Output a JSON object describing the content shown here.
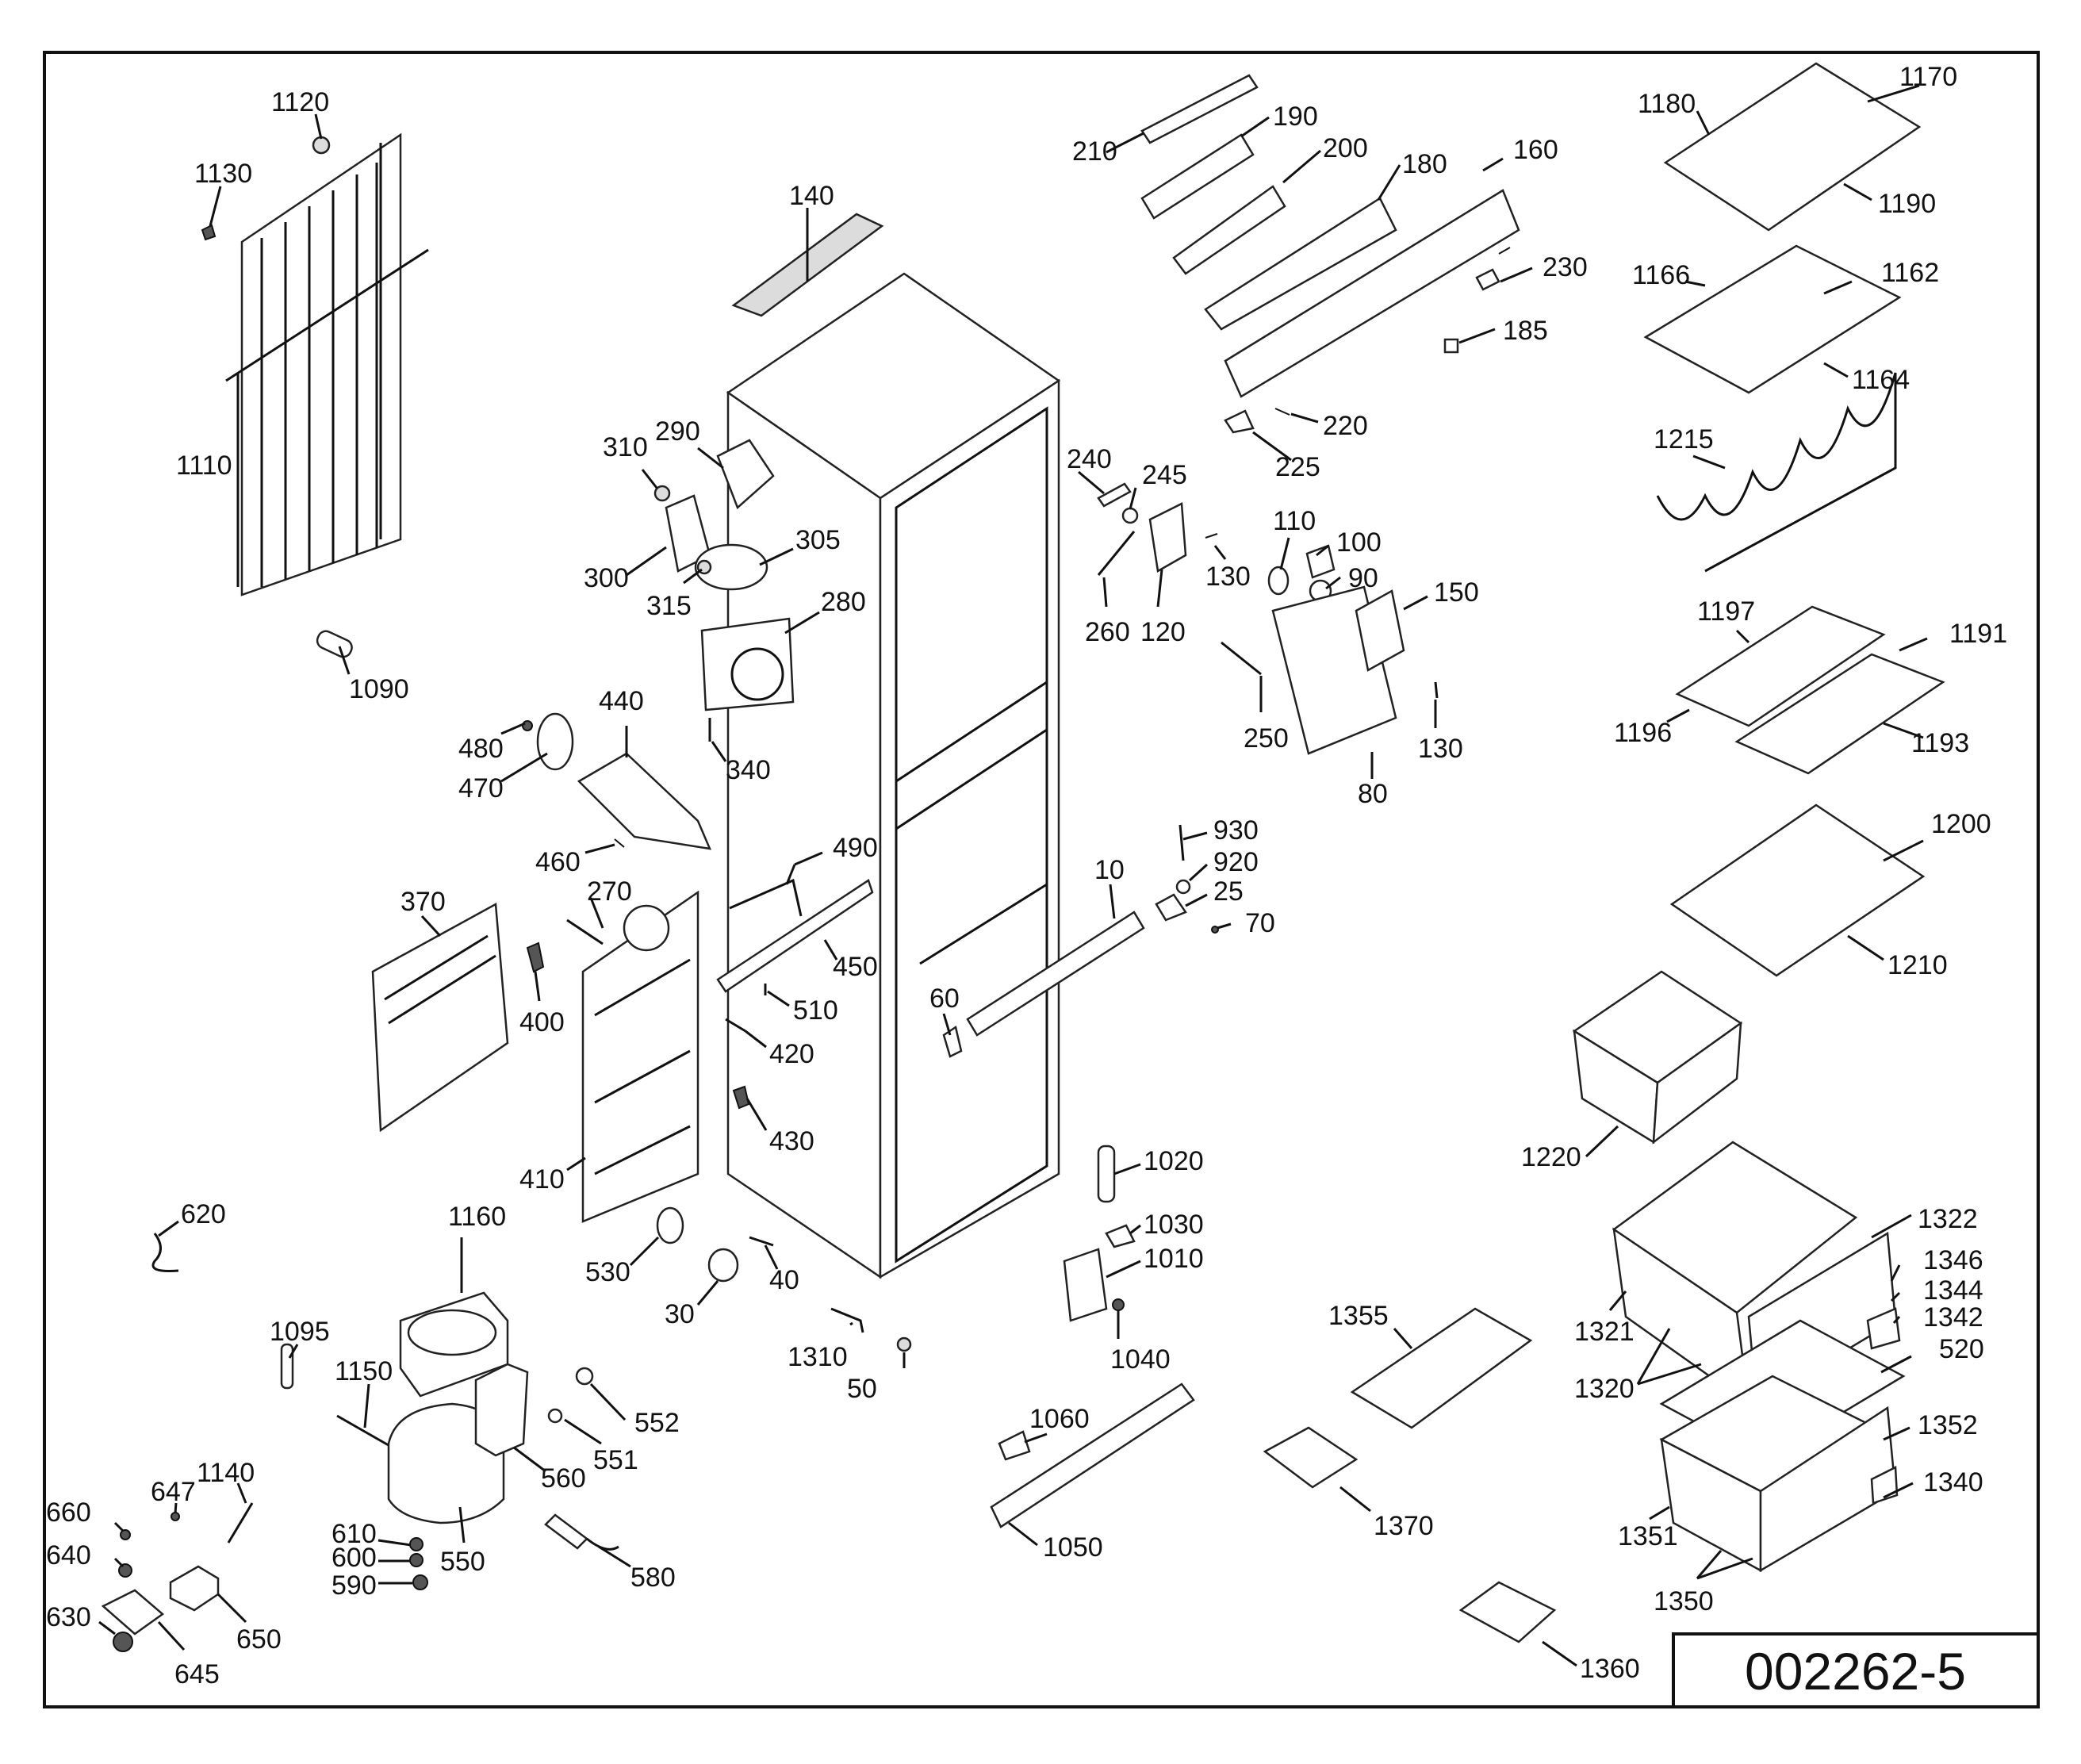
{
  "drawing_number": "002262-5",
  "callouts": [
    {
      "key": "1120",
      "text": "1120"
    },
    {
      "key": "1130",
      "text": "1130"
    },
    {
      "key": "1110",
      "text": "1110"
    },
    {
      "key": "1090",
      "text": "1090"
    },
    {
      "key": "140",
      "text": "140"
    },
    {
      "key": "310",
      "text": "310"
    },
    {
      "key": "290",
      "text": "290"
    },
    {
      "key": "305",
      "text": "305"
    },
    {
      "key": "300",
      "text": "300"
    },
    {
      "key": "315",
      "text": "315"
    },
    {
      "key": "280",
      "text": "280"
    },
    {
      "key": "340",
      "text": "340"
    },
    {
      "key": "440",
      "text": "440"
    },
    {
      "key": "480",
      "text": "480"
    },
    {
      "key": "470",
      "text": "470"
    },
    {
      "key": "460",
      "text": "460"
    },
    {
      "key": "490",
      "text": "490"
    },
    {
      "key": "370",
      "text": "370"
    },
    {
      "key": "270",
      "text": "270"
    },
    {
      "key": "450",
      "text": "450"
    },
    {
      "key": "400",
      "text": "400"
    },
    {
      "key": "510",
      "text": "510"
    },
    {
      "key": "420",
      "text": "420"
    },
    {
      "key": "430",
      "text": "430"
    },
    {
      "key": "410",
      "text": "410"
    },
    {
      "key": "530",
      "text": "530"
    },
    {
      "key": "30",
      "text": "30"
    },
    {
      "key": "40",
      "text": "40"
    },
    {
      "key": "620",
      "text": "620"
    },
    {
      "key": "1160",
      "text": "1160"
    },
    {
      "key": "1095",
      "text": "1095"
    },
    {
      "key": "1150",
      "text": "1150"
    },
    {
      "key": "552",
      "text": "552"
    },
    {
      "key": "551",
      "text": "551"
    },
    {
      "key": "560",
      "text": "560"
    },
    {
      "key": "550",
      "text": "550"
    },
    {
      "key": "610",
      "text": "610"
    },
    {
      "key": "600",
      "text": "600"
    },
    {
      "key": "590",
      "text": "590"
    },
    {
      "key": "580",
      "text": "580"
    },
    {
      "key": "647",
      "text": "647"
    },
    {
      "key": "1140",
      "text": "1140"
    },
    {
      "key": "660",
      "text": "660"
    },
    {
      "key": "640",
      "text": "640"
    },
    {
      "key": "630",
      "text": "630"
    },
    {
      "key": "645",
      "text": "645"
    },
    {
      "key": "650",
      "text": "650"
    },
    {
      "key": "1310",
      "text": "1310"
    },
    {
      "key": "50",
      "text": "50"
    },
    {
      "key": "210",
      "text": "210"
    },
    {
      "key": "190",
      "text": "190"
    },
    {
      "key": "200",
      "text": "200"
    },
    {
      "key": "180",
      "text": "180"
    },
    {
      "key": "160",
      "text": "160"
    },
    {
      "key": "230",
      "text": "230"
    },
    {
      "key": "185",
      "text": "185"
    },
    {
      "key": "220",
      "text": "220"
    },
    {
      "key": "225",
      "text": "225"
    },
    {
      "key": "240",
      "text": "240"
    },
    {
      "key": "245",
      "text": "245"
    },
    {
      "key": "110",
      "text": "110"
    },
    {
      "key": "100",
      "text": "100"
    },
    {
      "key": "90",
      "text": "90"
    },
    {
      "key": "150",
      "text": "150"
    },
    {
      "key": "130a",
      "text": "130"
    },
    {
      "key": "260",
      "text": "260"
    },
    {
      "key": "120",
      "text": "120"
    },
    {
      "key": "250",
      "text": "250"
    },
    {
      "key": "80",
      "text": "80"
    },
    {
      "key": "130b",
      "text": "130"
    },
    {
      "key": "930",
      "text": "930"
    },
    {
      "key": "920",
      "text": "920"
    },
    {
      "key": "25",
      "text": "25"
    },
    {
      "key": "70",
      "text": "70"
    },
    {
      "key": "10",
      "text": "10"
    },
    {
      "key": "60",
      "text": "60"
    },
    {
      "key": "1020",
      "text": "1020"
    },
    {
      "key": "1030",
      "text": "1030"
    },
    {
      "key": "1010",
      "text": "1010"
    },
    {
      "key": "1040",
      "text": "1040"
    },
    {
      "key": "1060",
      "text": "1060"
    },
    {
      "key": "1050",
      "text": "1050"
    },
    {
      "key": "1180",
      "text": "1180"
    },
    {
      "key": "1170",
      "text": "1170"
    },
    {
      "key": "1190",
      "text": "1190"
    },
    {
      "key": "1166",
      "text": "1166"
    },
    {
      "key": "1162",
      "text": "1162"
    },
    {
      "key": "1164",
      "text": "1164"
    },
    {
      "key": "1215",
      "text": "1215"
    },
    {
      "key": "1197",
      "text": "1197"
    },
    {
      "key": "1191",
      "text": "1191"
    },
    {
      "key": "1196",
      "text": "1196"
    },
    {
      "key": "1193",
      "text": "1193"
    },
    {
      "key": "1200",
      "text": "1200"
    },
    {
      "key": "1210",
      "text": "1210"
    },
    {
      "key": "1220",
      "text": "1220"
    },
    {
      "key": "1322",
      "text": "1322"
    },
    {
      "key": "1346",
      "text": "1346"
    },
    {
      "key": "1344",
      "text": "1344"
    },
    {
      "key": "1342",
      "text": "1342"
    },
    {
      "key": "520",
      "text": "520"
    },
    {
      "key": "1321",
      "text": "1321"
    },
    {
      "key": "1320",
      "text": "1320"
    },
    {
      "key": "1355",
      "text": "1355"
    },
    {
      "key": "1352",
      "text": "1352"
    },
    {
      "key": "1340",
      "text": "1340"
    },
    {
      "key": "1351",
      "text": "1351"
    },
    {
      "key": "1350",
      "text": "1350"
    },
    {
      "key": "1370",
      "text": "1370"
    },
    {
      "key": "1360",
      "text": "1360"
    }
  ]
}
